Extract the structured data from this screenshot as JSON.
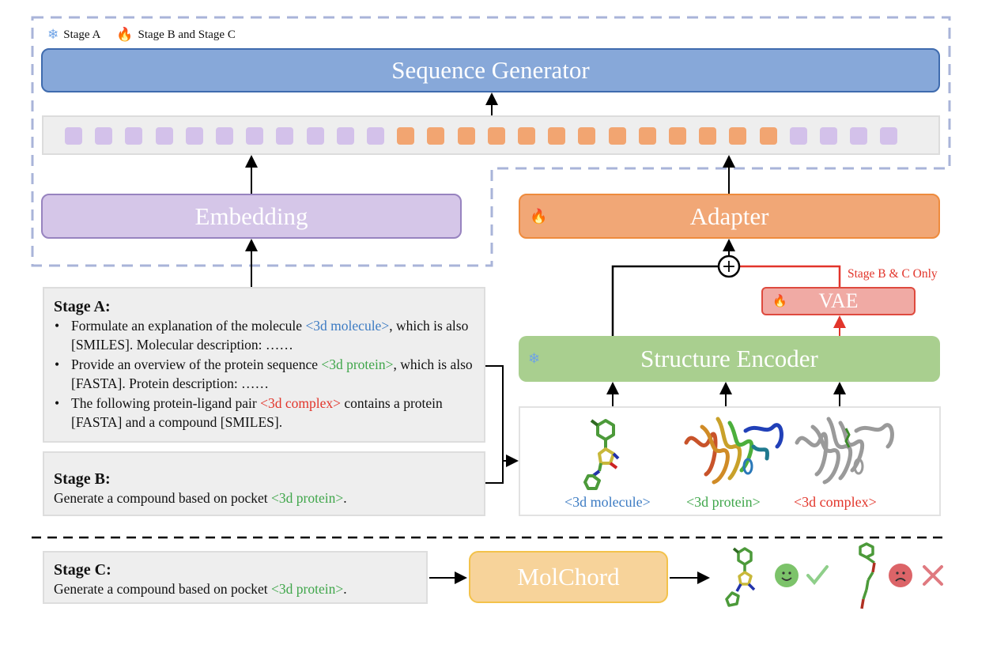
{
  "legend": {
    "frozen_icon": "snowflake-icon",
    "frozen_label": "Stage A",
    "trainable_icon": "fire-icon",
    "trainable_label": "Stage B and Stage C"
  },
  "modules": {
    "sequence_generator": "Sequence Generator",
    "embedding": "Embedding",
    "adapter": "Adapter",
    "vae": "VAE",
    "structure_encoder": "Structure Encoder",
    "molchord": "MolChord"
  },
  "token_sequence": [
    "text",
    "text",
    "text",
    "text",
    "text",
    "text",
    "text",
    "text",
    "text",
    "text",
    "text",
    "struct",
    "struct",
    "struct",
    "struct",
    "struct",
    "struct",
    "struct",
    "struct",
    "struct",
    "struct",
    "struct",
    "struct",
    "struct",
    "text",
    "text",
    "text",
    "text"
  ],
  "annotations": {
    "vae_note": "Stage B & C Only",
    "sum_symbol": "+"
  },
  "stage_a": {
    "title": "Stage A:",
    "items": [
      {
        "pre": "Formulate an explanation of the molecule ",
        "tag": "<3d molecule>",
        "post": ", which is also [SMILES]. Molecular description: ……"
      },
      {
        "pre": "Provide an overview of the protein sequence ",
        "tag": "<3d protein>",
        "post": ", which is also [FASTA]. Protein description: ……"
      },
      {
        "pre": "The following protein-ligand pair ",
        "tag": "<3d complex>",
        "post": " contains a protein [FASTA] and a compound [SMILES]."
      }
    ]
  },
  "stage_b": {
    "title": "Stage B:",
    "pre": "Generate a compound based on pocket ",
    "tag": "<3d protein>",
    "post": "."
  },
  "stage_c": {
    "title": "Stage C:",
    "pre": "Generate a compound based on pocket ",
    "tag": "<3d protein>",
    "post": "."
  },
  "structure_inputs": [
    {
      "label": "<3d molecule>",
      "image": "3d-molecule-stick-model"
    },
    {
      "label": "<3d protein>",
      "image": "3d-protein-ribbon-model"
    },
    {
      "label": "<3d complex>",
      "image": "3d-complex-ribbon-model"
    }
  ],
  "outputs": [
    {
      "image": "generated-molecule-good",
      "face": "happy-face-icon",
      "mark": "checkmark-icon",
      "verdict": "valid"
    },
    {
      "image": "generated-molecule-bad",
      "face": "sad-face-icon",
      "mark": "cross-icon",
      "verdict": "invalid"
    }
  ],
  "colors": {
    "text_token": "#d3c1ea",
    "struct_token": "#f2a571",
    "molecule_tag": "#3c7bc3",
    "protein_tag": "#3fa64a",
    "complex_tag": "#e2352b",
    "frozen_region_border": "#a9b4d9"
  }
}
